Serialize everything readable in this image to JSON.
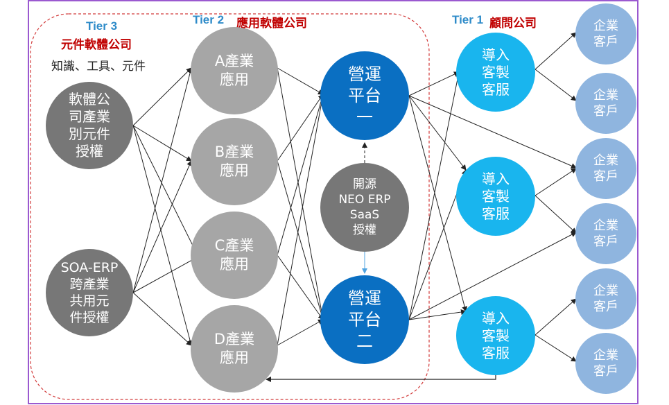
{
  "tiers": {
    "tier3": {
      "num": "Tier 3",
      "name": "元件軟體公司",
      "subtitle": "知識、工具、元件"
    },
    "tier2": {
      "num": "Tier 2",
      "name": "應用軟體公司"
    },
    "tier1": {
      "num": "Tier 1",
      "name": "顧問公司"
    }
  },
  "nodes": {
    "license1": "軟體公\n司產業\n別元件\n授權",
    "license2": "SOA-ERP\n跨產業\n共用元\n件授權",
    "appA": "A產業\n應用",
    "appB": "B產業\n應用",
    "appC": "C產業\n應用",
    "appD": "D產業\n應用",
    "platform1": "營運\n平台\n一",
    "platform2": "營運\n平台\n二",
    "opensource": "開源\nNEO ERP\nSaaS\n授權",
    "consult1": "導入\n客製\n客服",
    "consult2": "導入\n客製\n客服",
    "consult3": "導入\n客製\n客服",
    "client1": "企業\n客戶",
    "client2": "企業\n客戶",
    "client3": "企業\n客戶",
    "client4": "企業\n客戶",
    "client5": "企業\n客戶",
    "client6": "企業\n客戶"
  },
  "colors": {
    "frame": "#9b59d0",
    "dashed_border": "#d23a3a",
    "grey_dark": "#777777",
    "grey_light": "#a6a6a6",
    "blue_dark": "#0a6fc2",
    "blue_cyan": "#19b5ee",
    "blue_pale": "#8fb5df"
  }
}
